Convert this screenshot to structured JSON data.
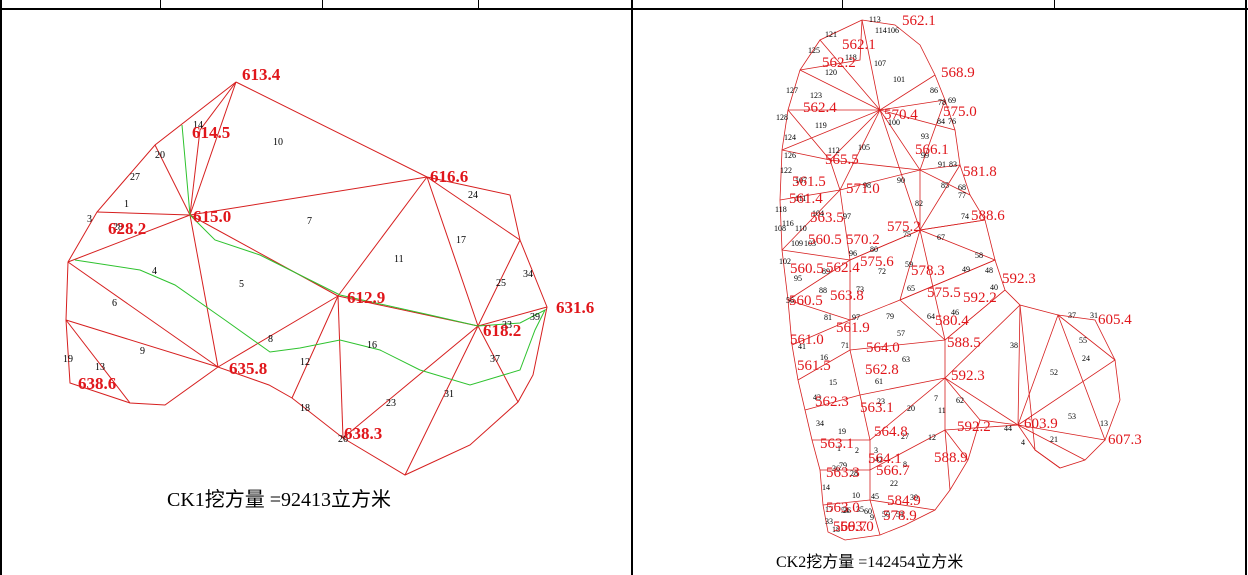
{
  "panels": [
    {
      "caption": "CK1挖方量 =92413立方米",
      "elevations": [
        "613.4",
        "614.5",
        "615.0",
        "616.6",
        "628.2",
        "612.9",
        "631.6",
        "618.2",
        "635.8",
        "638.6",
        "638.3"
      ],
      "numbers": [
        "14",
        "10",
        "20",
        "27",
        "1",
        "3",
        "28",
        "7",
        "24",
        "17",
        "11",
        "4",
        "5",
        "6",
        "25",
        "34",
        "39",
        "33",
        "8",
        "9",
        "12",
        "16",
        "13",
        "19",
        "37",
        "18",
        "23",
        "31",
        "26"
      ]
    },
    {
      "caption": "CK2挖方量 =142454立方米",
      "elevations": [
        "562.1",
        "562.1",
        "562.2",
        "568.9",
        "562.4",
        "570.4",
        "575.0",
        "565.5",
        "566.1",
        "561.5",
        "571.0",
        "581.8",
        "561.4",
        "563.5",
        "588.6",
        "575.2",
        "560.5",
        "570.2",
        "575.6",
        "562.4",
        "560.5",
        "578.3",
        "592.3",
        "563.8",
        "560.5",
        "575.5",
        "592.2",
        "605.4",
        "561.9",
        "580.4",
        "561.0",
        "564.0",
        "588.5",
        "561.5",
        "562.8",
        "592.3",
        "562.3",
        "563.1",
        "603.9",
        "564.8",
        "592.2",
        "607.3",
        "563.1",
        "564.1",
        "588.9",
        "563.3",
        "566.7",
        "563.0",
        "584.9",
        "563.0",
        "578.9",
        "569.7"
      ],
      "numbers": [
        "113",
        "121",
        "114",
        "106",
        "125",
        "118",
        "107",
        "120",
        "127",
        "123",
        "101",
        "86",
        "78",
        "69",
        "128",
        "119",
        "100",
        "84",
        "76",
        "124",
        "112",
        "105",
        "93",
        "126",
        "99",
        "91",
        "83",
        "122",
        "107",
        "98",
        "90",
        "85",
        "68",
        "77",
        "111",
        "82",
        "118",
        "104",
        "97",
        "74",
        "116",
        "110",
        "75",
        "67",
        "108",
        "109",
        "103",
        "96",
        "80",
        "58",
        "102",
        "95",
        "89",
        "72",
        "59",
        "49",
        "48",
        "40",
        "88",
        "73",
        "65",
        "97",
        "81",
        "79",
        "64",
        "46",
        "37",
        "56",
        "31",
        "41",
        "71",
        "57",
        "55",
        "24",
        "16",
        "63",
        "38",
        "15",
        "61",
        "52",
        "43",
        "23",
        "7",
        "62",
        "34",
        "20",
        "11",
        "19",
        "53",
        "27",
        "12",
        "44",
        "4",
        "21",
        "13",
        "1",
        "2",
        "3",
        "8",
        "36",
        "28",
        "22",
        "14",
        "45",
        "39",
        "17",
        "54",
        "35",
        "9",
        "50",
        "51",
        "33",
        "26",
        "18",
        "10",
        "79",
        "42",
        "60",
        "70",
        "47",
        "25"
      ]
    }
  ]
}
